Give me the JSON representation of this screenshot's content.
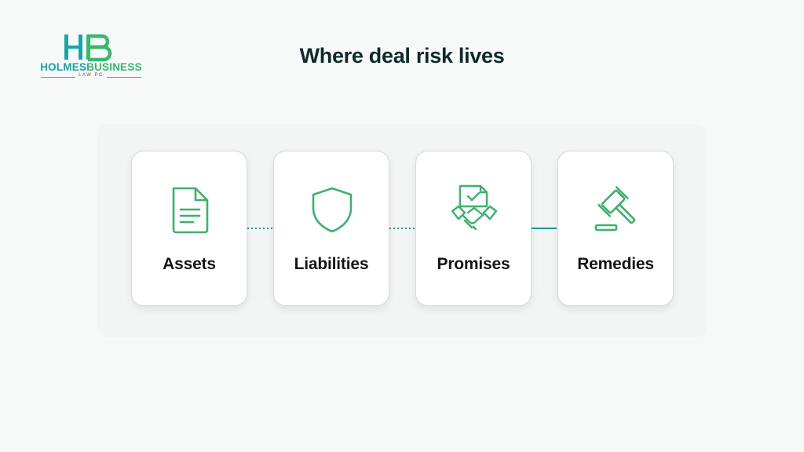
{
  "logo": {
    "name_part1": "HOLMES",
    "name_part2": "BUSINESS",
    "subtitle": "LAW PC",
    "monogram_colors": [
      "#16a6a6",
      "#35b96c"
    ]
  },
  "title": "Where deal risk lives",
  "colors": {
    "icon_green": "#3bb26b",
    "connector_teal": "#1a9a8e",
    "title_dark": "#0e2a2a"
  },
  "steps": [
    {
      "label": "Assets",
      "icon": "document-icon"
    },
    {
      "label": "Liabilities",
      "icon": "shield-icon"
    },
    {
      "label": "Promises",
      "icon": "handshake-contract-icon"
    },
    {
      "label": "Remedies",
      "icon": "gavel-icon"
    }
  ],
  "connectors": [
    {
      "style": "dotted"
    },
    {
      "style": "dotted"
    },
    {
      "style": "solid"
    }
  ]
}
